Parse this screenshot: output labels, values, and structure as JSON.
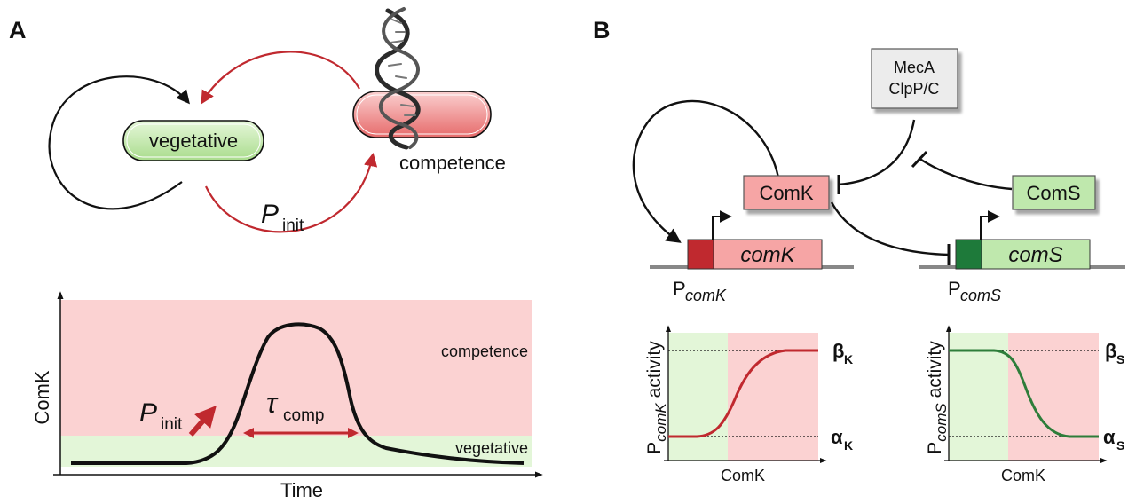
{
  "panels": {
    "a": {
      "letter": "A",
      "states": {
        "vegetative": "vegetative",
        "competence": "competence"
      },
      "transition": {
        "symbol": "P",
        "subscript": "init"
      },
      "timecourse": {
        "y_label": "ComK",
        "x_label": "Time",
        "region_high": "competence",
        "region_low": "vegetative",
        "init_marker": {
          "symbol": "P",
          "subscript": "init"
        },
        "duration_marker": {
          "symbol": "τ",
          "subscript": "comp"
        }
      }
    },
    "b": {
      "letter": "B",
      "complex_lines": [
        "MecA",
        "ClpP/C"
      ],
      "proteins": {
        "comk": "ComK",
        "coms": "ComS"
      },
      "genes": {
        "comk": "comK",
        "coms": "comS"
      },
      "promoters": {
        "comk": {
          "base": "P",
          "subscript": "comK"
        },
        "coms": {
          "base": "P",
          "subscript": "comS"
        }
      },
      "plots": [
        {
          "y_label_base": "P",
          "y_label_sub": "comK",
          "y_label_tail": " activity",
          "x_label": "ComK",
          "top_level": {
            "symbol": "β",
            "subscript": "K"
          },
          "bottom_level": {
            "symbol": "α",
            "subscript": "K"
          }
        },
        {
          "y_label_base": "P",
          "y_label_sub": "comS",
          "y_label_tail": " activity",
          "x_label": "ComK",
          "top_level": {
            "symbol": "β",
            "subscript": "S"
          },
          "bottom_level": {
            "symbol": "α",
            "subscript": "S"
          }
        }
      ]
    }
  },
  "colors": {
    "competence_fill": "#f5a9a9",
    "competence_region": "#fbd3d3",
    "vegetative_fill": "#c8ecb4",
    "vegetative_region": "#e4f6da",
    "red_arrow": "#c0292f",
    "comk_promoter": "#c0292f",
    "coms_promoter": "#1e7a3a",
    "comk_box": "#f6a5a5",
    "coms_box": "#bfe8ad",
    "mecA_box": "#ececec",
    "green_curve": "#2e7d3a"
  }
}
